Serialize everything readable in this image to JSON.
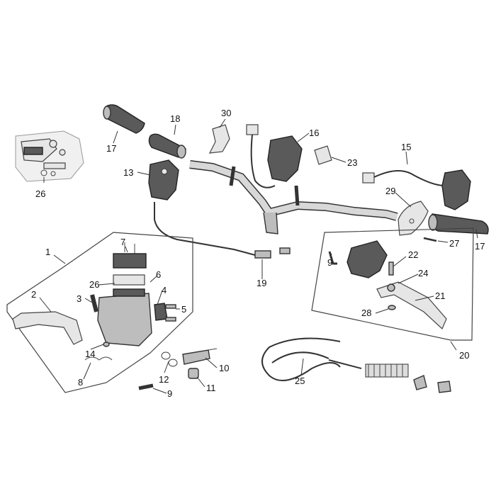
{
  "callouts": {
    "c1": "1",
    "c2": "2",
    "c3": "3",
    "c4": "4",
    "c5": "5",
    "c6": "6",
    "c7": "7",
    "c8": "8",
    "c9a": "9",
    "c9b": "9",
    "c10": "10",
    "c11": "11",
    "c12": "12",
    "c13": "13",
    "c14": "14",
    "c15": "15",
    "c16": "16",
    "c17a": "17",
    "c17b": "17",
    "c18": "18",
    "c19": "19",
    "c20": "20",
    "c21": "21",
    "c22": "22",
    "c23": "23",
    "c24": "24",
    "c25": "25",
    "c26a": "26",
    "c26b": "26",
    "c27": "27",
    "c28": "28",
    "c29": "29",
    "c30": "30"
  }
}
